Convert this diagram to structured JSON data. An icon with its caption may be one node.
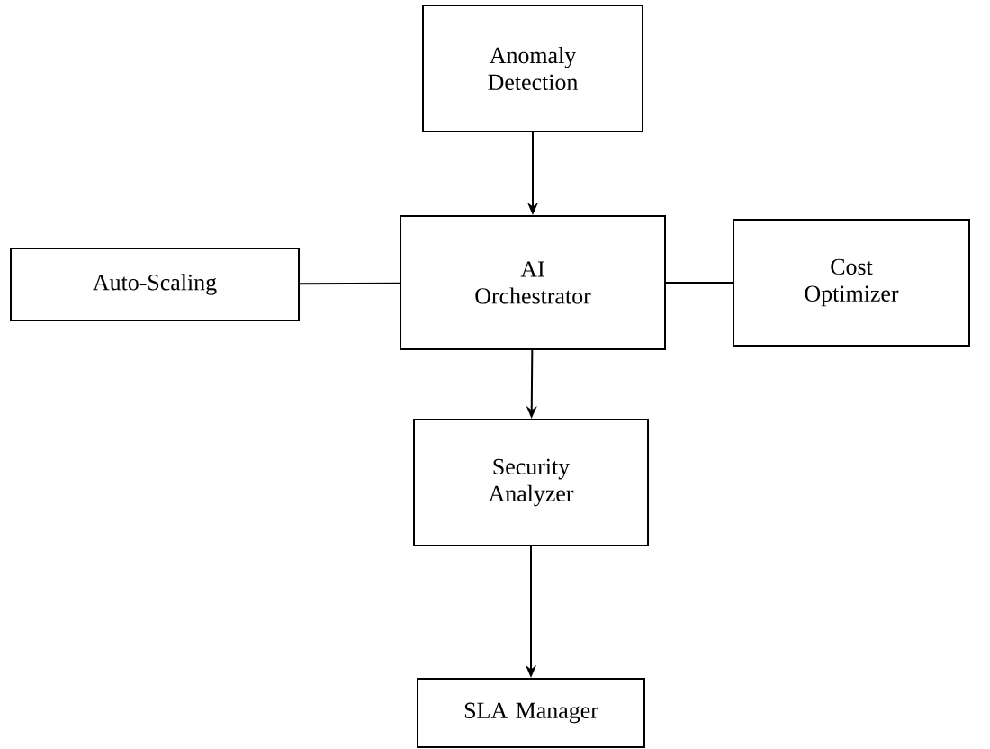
{
  "diagram": {
    "nodes": [
      {
        "text": [
          "Anomaly Detection"
        ]
      },
      {
        "text": [
          "Auto-Scaling"
        ]
      },
      {
        "text": [
          "AI Orchestrator"
        ]
      },
      {
        "text": [
          "Cost Optimizer"
        ]
      },
      {
        "text": [
          "Security Analyzer"
        ]
      },
      {
        "text": [
          "SLA Manager"
        ]
      }
    ],
    "edges": [
      {
        "from": 0,
        "to": 2,
        "arrow": "to"
      },
      {
        "from": 1,
        "to": 2,
        "arrow": "none"
      },
      {
        "from": 2,
        "to": 3,
        "arrow": "none"
      },
      {
        "from": 2,
        "to": 4,
        "arrow": "to"
      },
      {
        "from": 4,
        "to": 5,
        "arrow": "to"
      }
    ]
  }
}
